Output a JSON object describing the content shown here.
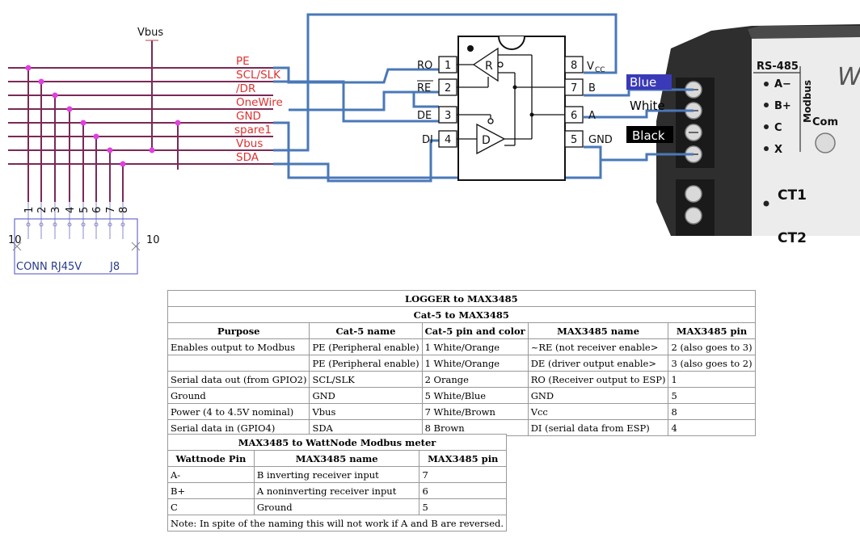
{
  "schematic": {
    "vbus_label": "Vbus",
    "wires": [
      "PE",
      "SCL/SLK",
      "/DR",
      "OneWire",
      "GND",
      "spare1",
      "Vbus",
      "SDA"
    ],
    "connector_pins": [
      "1",
      "2",
      "3",
      "4",
      "5",
      "6",
      "7",
      "8"
    ],
    "connector_shell_left": "10",
    "connector_shell_right": "10",
    "connector_name": "CONN RJ45V",
    "connector_ref": "J8"
  },
  "chip": {
    "left_pins": [
      {
        "name": "RO",
        "num": "1"
      },
      {
        "name": "RE",
        "num": "2"
      },
      {
        "name": "DE",
        "num": "3"
      },
      {
        "name": "DI",
        "num": "4"
      }
    ],
    "right_pins": [
      {
        "name": "V",
        "sub": "CC",
        "num": "8"
      },
      {
        "name": "B",
        "num": "7"
      },
      {
        "name": "A",
        "num": "6"
      },
      {
        "name": "GND",
        "num": "5"
      }
    ],
    "receiver_label": "R",
    "driver_label": "D"
  },
  "wire_colors": [
    {
      "label": "Blue",
      "bg": "#3a3ab8",
      "fg": "#ffffff"
    },
    {
      "label": "White",
      "bg": "#ffffff",
      "fg": "#000000"
    },
    {
      "label": "Black",
      "bg": "#000000",
      "fg": "#ffffff"
    }
  ],
  "meter": {
    "rs485_label": "RS-485",
    "modbus_label": "Modbus",
    "terminals": [
      "A−",
      "B+",
      "C",
      "X"
    ],
    "com_label": "Com",
    "ct1_label": "CT1",
    "ct2_label": "CT2",
    "brand_letter": "W"
  },
  "table1": {
    "title": "LOGGER to MAX3485",
    "subtitle": "Cat-5 to MAX3485",
    "headers": [
      "Purpose",
      "Cat-5 name",
      "Cat-5 pin and color",
      "MAX3485 name",
      "MAX3485 pin"
    ],
    "rows": [
      [
        "Enables output to Modbus",
        "PE (Peripheral enable)",
        "1 White/Orange",
        "~RE (not receiver enable>",
        "2 (also goes to 3)"
      ],
      [
        "",
        "PE (Peripheral enable)",
        "1 White/Orange",
        "DE (driver output enable>",
        "3 (also goes to 2)"
      ],
      [
        "Serial data out (from GPIO2)",
        "SCL/SLK",
        "2 Orange",
        "RO (Receiver output to ESP)",
        "1"
      ],
      [
        "Ground",
        "GND",
        "5 White/Blue",
        "GND",
        "5"
      ],
      [
        "Power (4 to 4.5V nominal)",
        "Vbus",
        "7 White/Brown",
        "Vcc",
        "8"
      ],
      [
        "Serial data in (GPIO4)",
        "SDA",
        "8 Brown",
        "DI (serial data from ESP)",
        "4"
      ]
    ]
  },
  "table2": {
    "title": "MAX3485 to WattNode Modbus meter",
    "headers": [
      "Wattnode Pin",
      "MAX3485 name",
      "MAX3485 pin"
    ],
    "rows": [
      [
        "A-",
        "B inverting receiver input",
        "7"
      ],
      [
        "B+",
        "A noninverting receiver input",
        "6"
      ],
      [
        "C",
        "Ground",
        "5"
      ]
    ],
    "note": "Note: In spite of the naming this will not work if A and B are reversed."
  }
}
